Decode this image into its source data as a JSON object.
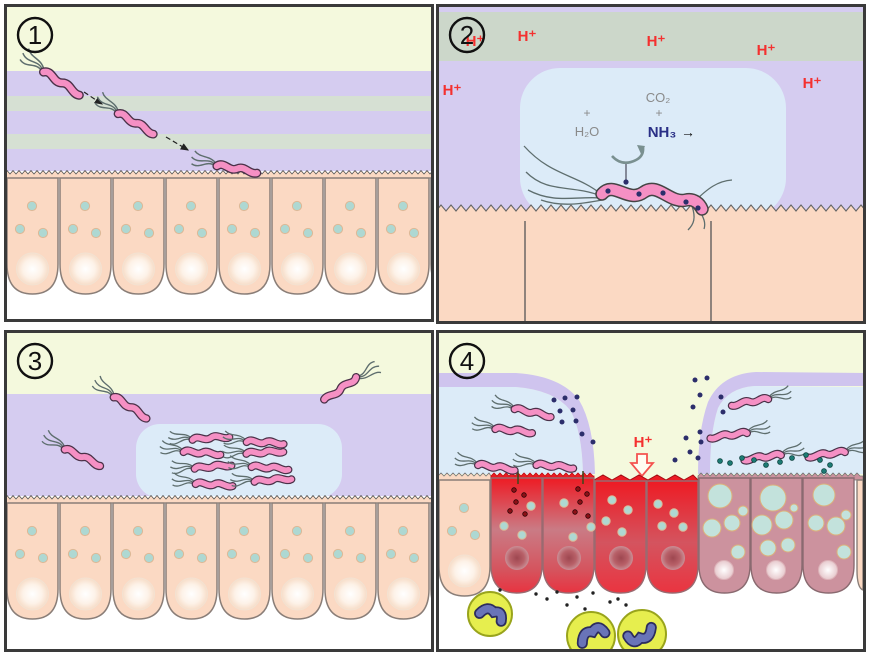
{
  "palette": {
    "lumen_yellow": "#f4f9dd",
    "mucus_lavender": "#d5ccf0",
    "mucus_stripe": "#d6e0d3",
    "acid_band_green": "#ccd7ca",
    "neutral_zone_blue": "#dcebf8",
    "epithelium_peach": "#fbd9c3",
    "bacterium_pink": "#f590c4",
    "damaged_red": "#ec1c24",
    "vacuolated_mauve": "#cc929e",
    "vacuole_blue": "#c3e2dc",
    "neutrophil_yellow": "#e6ee4e",
    "neutrophil_nucleus": "#6974b8",
    "acid_label_red": "#f4302f",
    "ammonia_blue": "#2a2f86",
    "chem_gray": "#8a8a8a",
    "toxin_navy": "#2c2e6b",
    "toxin_teal": "#1d7b74"
  },
  "panels": [
    {
      "number": "1"
    },
    {
      "number": "2",
      "hplus": "H⁺",
      "chem": {
        "h2o": "H₂O",
        "co2": "CO₂",
        "plus": "+",
        "nh3": "NH₃",
        "arrow": "→"
      }
    },
    {
      "number": "3"
    },
    {
      "number": "4",
      "hplus": "H⁺"
    }
  ]
}
